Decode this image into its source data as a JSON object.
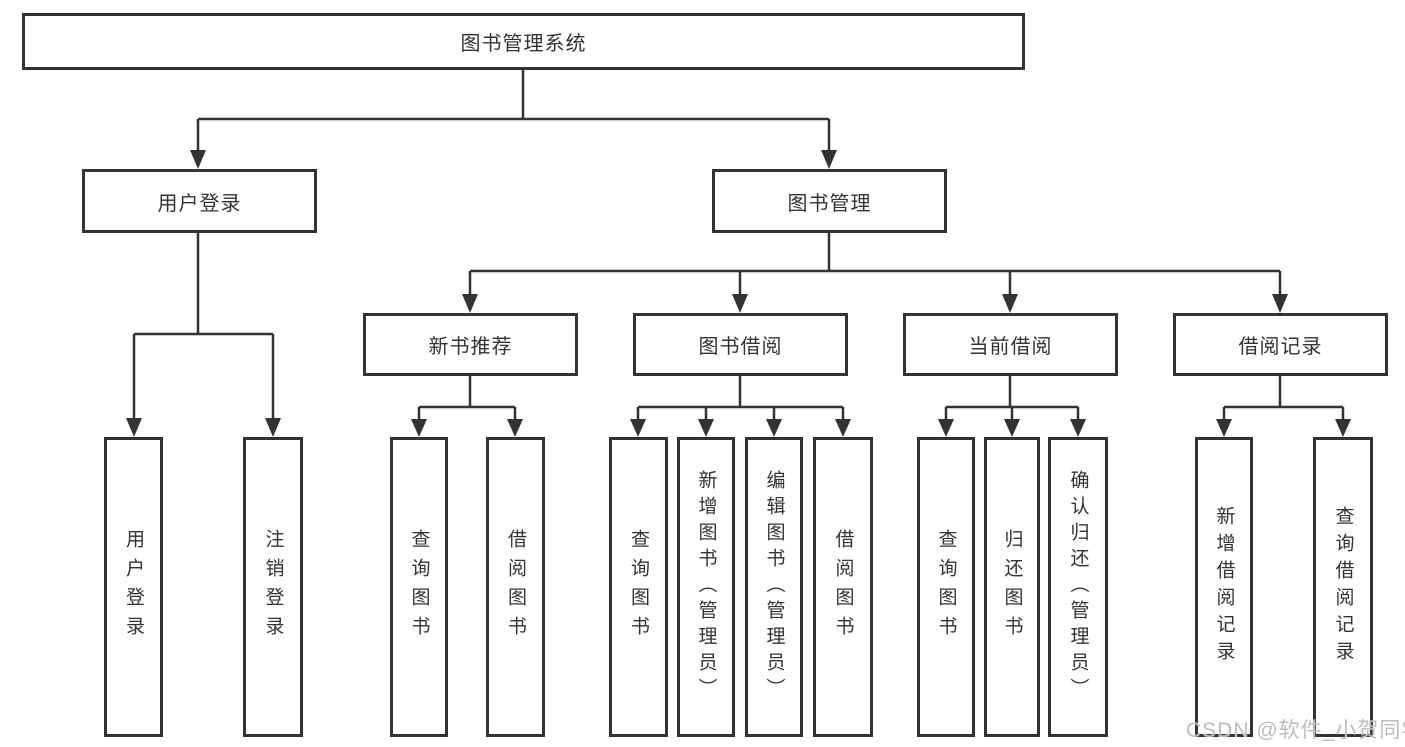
{
  "diagram": {
    "type": "hierarchy-chart",
    "colors": {
      "line": "#333333",
      "text": "#333333",
      "background": "#ffffff",
      "watermark": "#bcbcbc"
    },
    "root": {
      "label": "图书管理系统",
      "children": [
        {
          "label": "用户登录",
          "children": [
            {
              "label": "用户登录"
            },
            {
              "label": "注销登录"
            }
          ]
        },
        {
          "label": "图书管理",
          "children": [
            {
              "label": "新书推荐",
              "children": [
                {
                  "label": "查询图书"
                },
                {
                  "label": "借阅图书"
                }
              ]
            },
            {
              "label": "图书借阅",
              "children": [
                {
                  "label": "查询图书"
                },
                {
                  "label": "新增图书（管理员）"
                },
                {
                  "label": "编辑图书（管理员）"
                },
                {
                  "label": "借阅图书"
                }
              ]
            },
            {
              "label": "当前借阅",
              "children": [
                {
                  "label": "查询图书"
                },
                {
                  "label": "归还图书"
                },
                {
                  "label": "确认归还（管理员）"
                }
              ]
            },
            {
              "label": "借阅记录",
              "children": [
                {
                  "label": "新增借阅记录"
                },
                {
                  "label": "查询借阅记录"
                }
              ]
            }
          ]
        }
      ]
    },
    "watermark": "CSDN @软件_小贺同学"
  }
}
